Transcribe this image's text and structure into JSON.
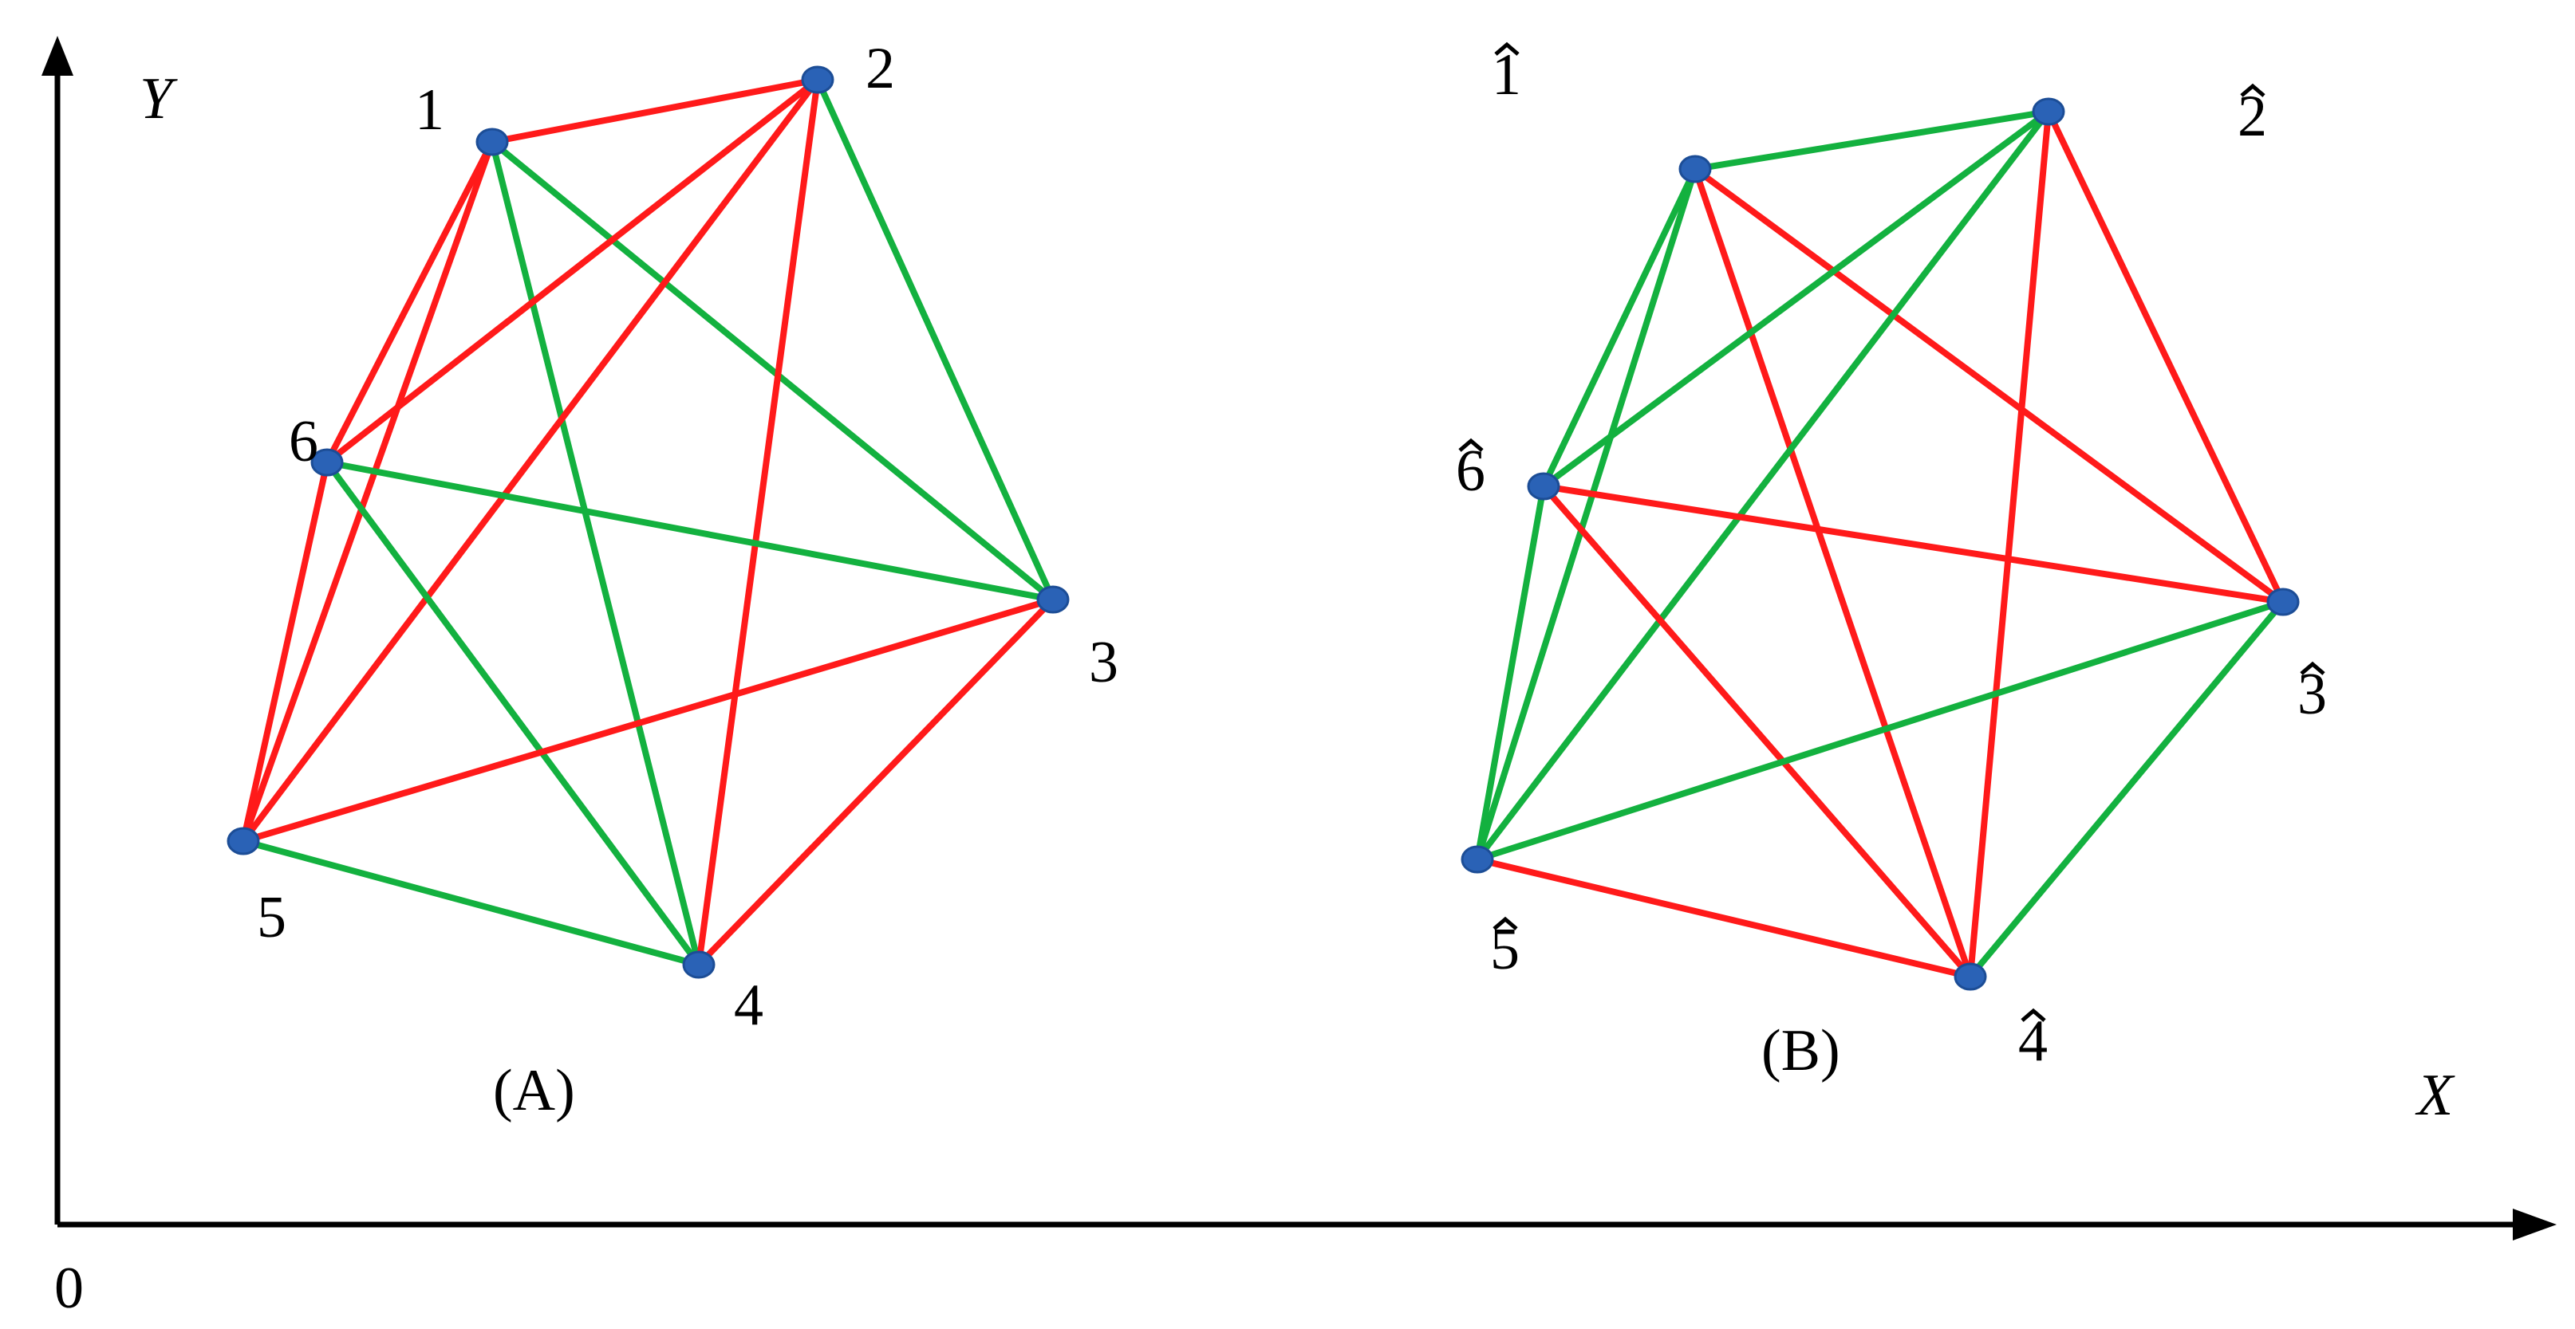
{
  "axes": {
    "y_label": "Y",
    "x_label": "X",
    "origin_label": "0"
  },
  "panels": {
    "A": {
      "label": "(A)"
    },
    "B": {
      "label": "(B)"
    }
  },
  "colors": {
    "red": "#ff1a1a",
    "green": "#13b13f",
    "node": "#2a62b6",
    "axis": "#000000"
  },
  "graphA": {
    "nodes": [
      {
        "id": "1",
        "label": "1"
      },
      {
        "id": "2",
        "label": "2"
      },
      {
        "id": "3",
        "label": "3"
      },
      {
        "id": "4",
        "label": "4"
      },
      {
        "id": "5",
        "label": "5"
      },
      {
        "id": "6",
        "label": "6"
      }
    ],
    "edges": [
      {
        "from": "1",
        "to": "2",
        "color": "red"
      },
      {
        "from": "1",
        "to": "6",
        "color": "red"
      },
      {
        "from": "1",
        "to": "5",
        "color": "red"
      },
      {
        "from": "1",
        "to": "3",
        "color": "green"
      },
      {
        "from": "1",
        "to": "4",
        "color": "green"
      },
      {
        "from": "2",
        "to": "6",
        "color": "red"
      },
      {
        "from": "2",
        "to": "5",
        "color": "red"
      },
      {
        "from": "2",
        "to": "4",
        "color": "red"
      },
      {
        "from": "2",
        "to": "3",
        "color": "green"
      },
      {
        "from": "6",
        "to": "5",
        "color": "red"
      },
      {
        "from": "6",
        "to": "3",
        "color": "green"
      },
      {
        "from": "6",
        "to": "4",
        "color": "green"
      },
      {
        "from": "5",
        "to": "3",
        "color": "red"
      },
      {
        "from": "5",
        "to": "4",
        "color": "green"
      },
      {
        "from": "3",
        "to": "4",
        "color": "red"
      }
    ]
  },
  "graphB": {
    "nodes": [
      {
        "id": "1",
        "label": "1"
      },
      {
        "id": "2",
        "label": "2"
      },
      {
        "id": "3",
        "label": "3"
      },
      {
        "id": "4",
        "label": "4"
      },
      {
        "id": "5",
        "label": "5"
      },
      {
        "id": "6",
        "label": "6"
      }
    ],
    "edges": [
      {
        "from": "1",
        "to": "2",
        "color": "green"
      },
      {
        "from": "1",
        "to": "6",
        "color": "green"
      },
      {
        "from": "1",
        "to": "5",
        "color": "green"
      },
      {
        "from": "1",
        "to": "3",
        "color": "red"
      },
      {
        "from": "1",
        "to": "4",
        "color": "red"
      },
      {
        "from": "2",
        "to": "6",
        "color": "green"
      },
      {
        "from": "2",
        "to": "5",
        "color": "green"
      },
      {
        "from": "2",
        "to": "4",
        "color": "red"
      },
      {
        "from": "2",
        "to": "3",
        "color": "red"
      },
      {
        "from": "6",
        "to": "5",
        "color": "green"
      },
      {
        "from": "6",
        "to": "3",
        "color": "red"
      },
      {
        "from": "6",
        "to": "4",
        "color": "red"
      },
      {
        "from": "5",
        "to": "3",
        "color": "green"
      },
      {
        "from": "5",
        "to": "4",
        "color": "red"
      },
      {
        "from": "3",
        "to": "4",
        "color": "green"
      }
    ]
  }
}
